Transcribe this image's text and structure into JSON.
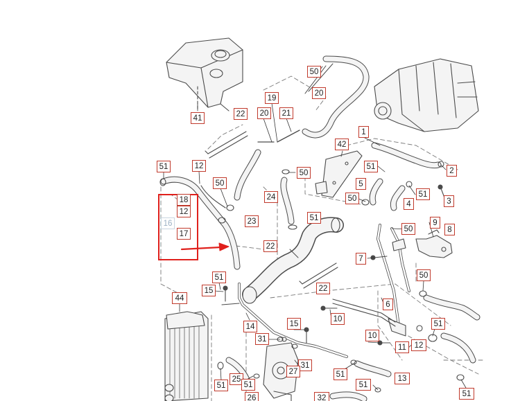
{
  "colors": {
    "callout_border": "#c0392b",
    "highlight": "#e0201c",
    "line": "#4a4a4a",
    "part_fill": "#f4f4f4"
  },
  "callouts": [
    {
      "text": "50"
    },
    {
      "text": "20"
    },
    {
      "text": "41"
    },
    {
      "text": "22"
    },
    {
      "text": "20"
    },
    {
      "text": "19"
    },
    {
      "text": "21"
    },
    {
      "text": "1"
    },
    {
      "text": "2"
    },
    {
      "text": "42"
    },
    {
      "text": "51"
    },
    {
      "text": "51"
    },
    {
      "text": "12"
    },
    {
      "text": "50"
    },
    {
      "text": "18"
    },
    {
      "text": "12"
    },
    {
      "text": "16"
    },
    {
      "text": "17"
    },
    {
      "text": "24"
    },
    {
      "text": "50"
    },
    {
      "text": "5"
    },
    {
      "text": "50"
    },
    {
      "text": "4"
    },
    {
      "text": "51"
    },
    {
      "text": "3"
    },
    {
      "text": "23"
    },
    {
      "text": "51"
    },
    {
      "text": "9"
    },
    {
      "text": "8"
    },
    {
      "text": "50"
    },
    {
      "text": "22"
    },
    {
      "text": "7"
    },
    {
      "text": "51"
    },
    {
      "text": "15"
    },
    {
      "text": "22"
    },
    {
      "text": "50"
    },
    {
      "text": "44"
    },
    {
      "text": "6"
    },
    {
      "text": "10"
    },
    {
      "text": "14"
    },
    {
      "text": "15"
    },
    {
      "text": "51"
    },
    {
      "text": "31"
    },
    {
      "text": "10"
    },
    {
      "text": "11"
    },
    {
      "text": "12"
    },
    {
      "text": "31"
    },
    {
      "text": "27"
    },
    {
      "text": "51"
    },
    {
      "text": "25"
    },
    {
      "text": "51"
    },
    {
      "text": "13"
    },
    {
      "text": "51"
    },
    {
      "text": "26"
    },
    {
      "text": "32"
    },
    {
      "text": "51"
    }
  ]
}
